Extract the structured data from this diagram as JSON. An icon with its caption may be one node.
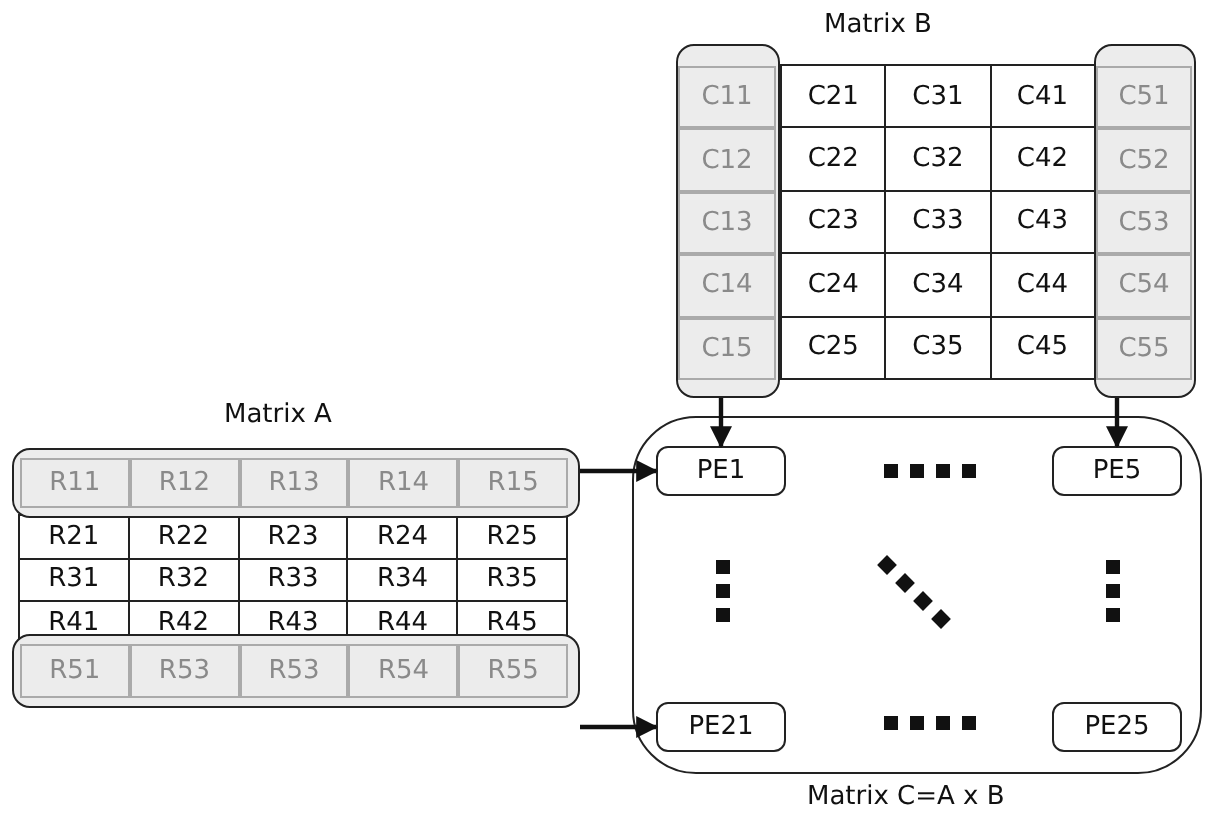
{
  "diagram": {
    "nodes": [
      {
        "text": [
          "C11",
          "C12",
          "C13",
          "C14",
          "C15"
        ]
      },
      {
        "text": [
          "C51",
          "C52",
          "C53",
          "C54",
          "C55"
        ]
      },
      {
        "text": [
          "R11",
          "R12",
          "R13",
          "R14",
          "R15"
        ]
      },
      {
        "text": [],
        "shape": "box",
        "beside": [
          "Matrix C=A x B"
        ]
      },
      {
        "text": [
          "PE1"
        ],
        "in": 3
      },
      {
        "text": [
          "PE5"
        ],
        "in": 3
      },
      {
        "text": [
          "PE21"
        ],
        "in": 3
      },
      {
        "text": [
          "PE25"
        ],
        "in": 3
      },
      {
        "text": [
          "R51",
          "R53",
          "R53",
          "R54",
          "R55"
        ]
      }
    ],
    "edges": [
      {
        "from": 0,
        "to": 4,
        "arrow": "to"
      },
      {
        "from": 1,
        "to": 5,
        "arrow": "to"
      },
      {
        "from": 2,
        "to": 4,
        "arrow": "to"
      },
      {
        "from": 8,
        "to": 6,
        "arrow": "to"
      }
    ],
    "labels": [
      "Matrix B",
      "C21",
      "C31",
      "C41",
      "C22",
      "C32",
      "C42",
      "C23",
      "C33",
      "C43",
      "C24",
      "C34",
      "C44",
      "C25",
      "C35",
      "C45",
      "Matrix A",
      "R21",
      "R22",
      "R23",
      "R24",
      "R25",
      "R31",
      "R32",
      "R33",
      "R34",
      "R35",
      "R41",
      "R42",
      "R43",
      "R44",
      "R45"
    ]
  }
}
